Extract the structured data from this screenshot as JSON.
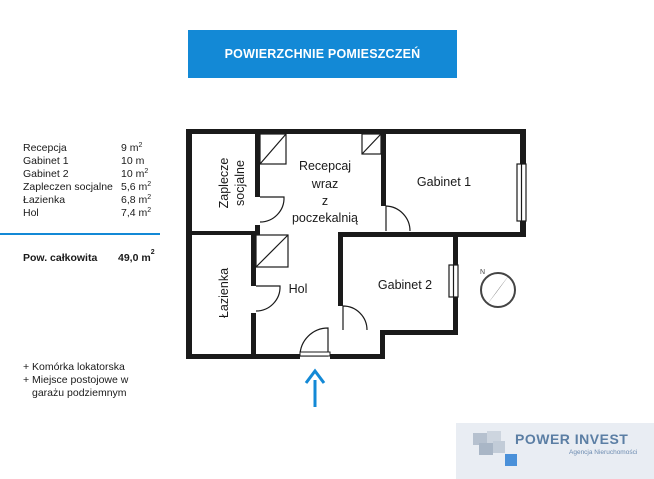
{
  "banner": {
    "title": "POWIERZCHNIE POMIESZCZEŃ"
  },
  "areas": [
    {
      "name": "Recepcja",
      "value": "9 m",
      "sup": "2"
    },
    {
      "name": "Gabinet 1",
      "value": "10 m",
      "sup": ""
    },
    {
      "name": "Gabinet 2",
      "value": "10 m",
      "sup": "2"
    },
    {
      "name": "Zapleczen socjalne",
      "value": "5,6 m",
      "sup": "2"
    },
    {
      "name": "Łazienka",
      "value": "6,8 m",
      "sup": "2"
    },
    {
      "name": "Hol",
      "value": "7,4 m",
      "sup": "2"
    }
  ],
  "total": {
    "label": "Pow. całkowita",
    "value": "49,0 m",
    "sup": "2"
  },
  "notes": [
    "+ Komórka lokatorska",
    "+ Miejsce postojowe w",
    "garażu podziemnym"
  ],
  "rooms": {
    "zaplecze_line1": "Zaplecze",
    "zaplecze_line2": "socjalne",
    "recepcja_line1": "Recepcaj",
    "recepcja_line2": "wraz",
    "recepcja_line3": "z",
    "recepcja_line4": "poczekalnią",
    "gabinet1": "Gabinet 1",
    "gabinet2": "Gabinet 2",
    "lazienka": "Łazienka",
    "hol": "Hol"
  },
  "logo": {
    "name": "POWER INVEST",
    "tagline": "Agencja Nieruchomości"
  },
  "colors": {
    "accent": "#1389d6",
    "wall": "#1a1a1a"
  },
  "icons": [
    "compass-icon",
    "entrance-arrow-icon",
    "logo-cubes-icon"
  ]
}
